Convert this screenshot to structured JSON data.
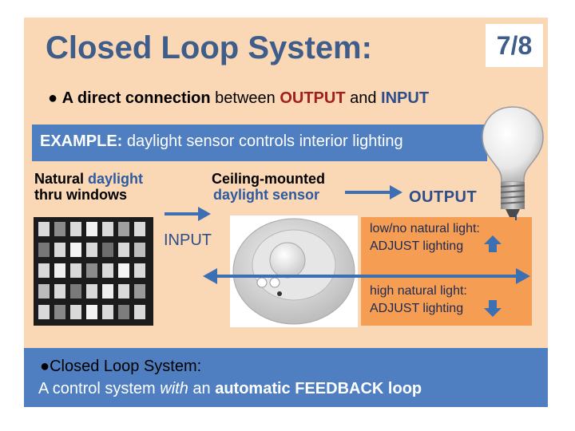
{
  "slide": {
    "title": "Closed Loop System:",
    "page_number": "7/8",
    "bullet": {
      "dot": "●",
      "lead": "A direct connection",
      "mid": " between ",
      "output": "OUTPUT",
      "and": " and ",
      "input": "INPUT"
    },
    "example": {
      "label": "EXAMPLE:",
      "text": " daylight sensor controls interior lighting"
    },
    "source": {
      "line1a": "Natural ",
      "line1b": "daylight",
      "line2": "thru windows"
    },
    "sensor": {
      "line1": "Ceiling-mounted",
      "line2": "daylight sensor"
    },
    "flow": {
      "output": "OUTPUT",
      "input": "INPUT"
    },
    "adjust": {
      "low_line1": "low/no natural light:",
      "low_line2": "ADJUST  lighting",
      "high_line1": "high natural light:",
      "high_line2": "ADJUST  lighting"
    },
    "summary": {
      "title": "●Closed Loop System:",
      "desc_a": "A control system ",
      "desc_with": "with",
      "desc_b": " an ",
      "desc_auto": "automatic",
      "desc_c": " ",
      "desc_feedback": "FEEDBACK loop"
    },
    "icons": {
      "building": "building-windows-photo",
      "sensor": "ceiling-sensor-photo",
      "bulb": "light-bulb-icon",
      "arrow_up": "arrow-up-icon",
      "arrow_down": "arrow-down-icon"
    },
    "colors": {
      "slide_bg": "#fad7b5",
      "band_blue": "#4f7fc0",
      "title_blue": "#3f5d8a",
      "output_red": "#a0201c",
      "adjust_orange": "#f59d52",
      "arrow_blue": "#3d6fb3"
    }
  }
}
